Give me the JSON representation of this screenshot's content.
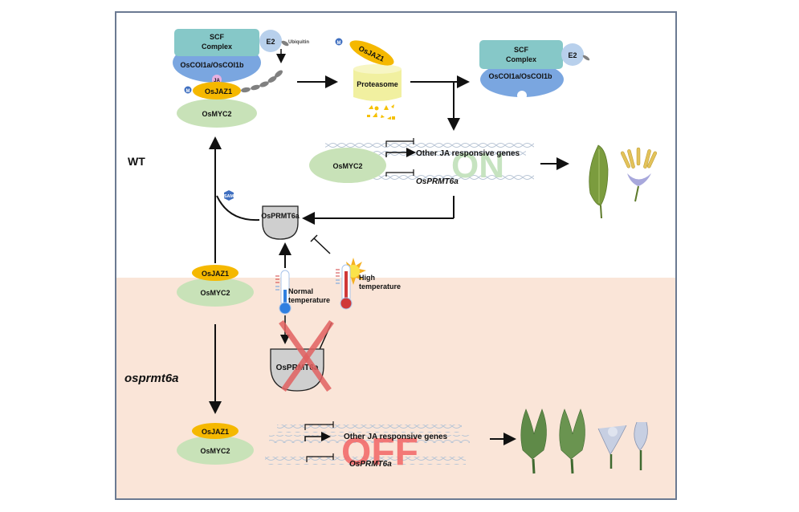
{
  "panels": {
    "wt": {
      "label": "WT",
      "bg": "#ffffff"
    },
    "mutant": {
      "label": "osprmt6a",
      "bg": "#fae5d8"
    }
  },
  "scf_complex": {
    "label_line1": "SCF",
    "label_line2": "Complex",
    "e2": "E2",
    "ubiquitin": "Ubiquitin",
    "receptor": "OsCOI1a/OsCOI1b",
    "ja": "JA",
    "color": "#86c8c8",
    "receptor_color": "#7aa6e0"
  },
  "methyl_mark": "M",
  "proteins": {
    "jaz1": "OsJAZ1",
    "myc2": "OsMYC2",
    "prmt6a": "OsPRMT6a",
    "sam": "SAM",
    "proteasome": "Proteasome"
  },
  "genes": {
    "other": "Other JA responsive genes",
    "prmt6a": "OsPRMT6a",
    "on_label": "ON",
    "off_label": "OFF",
    "on_color": "#c6e3c0",
    "off_color": "#f26b6b"
  },
  "temperature": {
    "normal_line1": "Normal",
    "normal_line2": "temperature",
    "high_line1": "High",
    "high_line2": "temperature"
  },
  "colors": {
    "jaz1": "#f5b800",
    "myc2": "#c8e2b8",
    "prmt6a": "#cfcfcf",
    "cross": "#e06060",
    "frame": "#6b7a92"
  }
}
